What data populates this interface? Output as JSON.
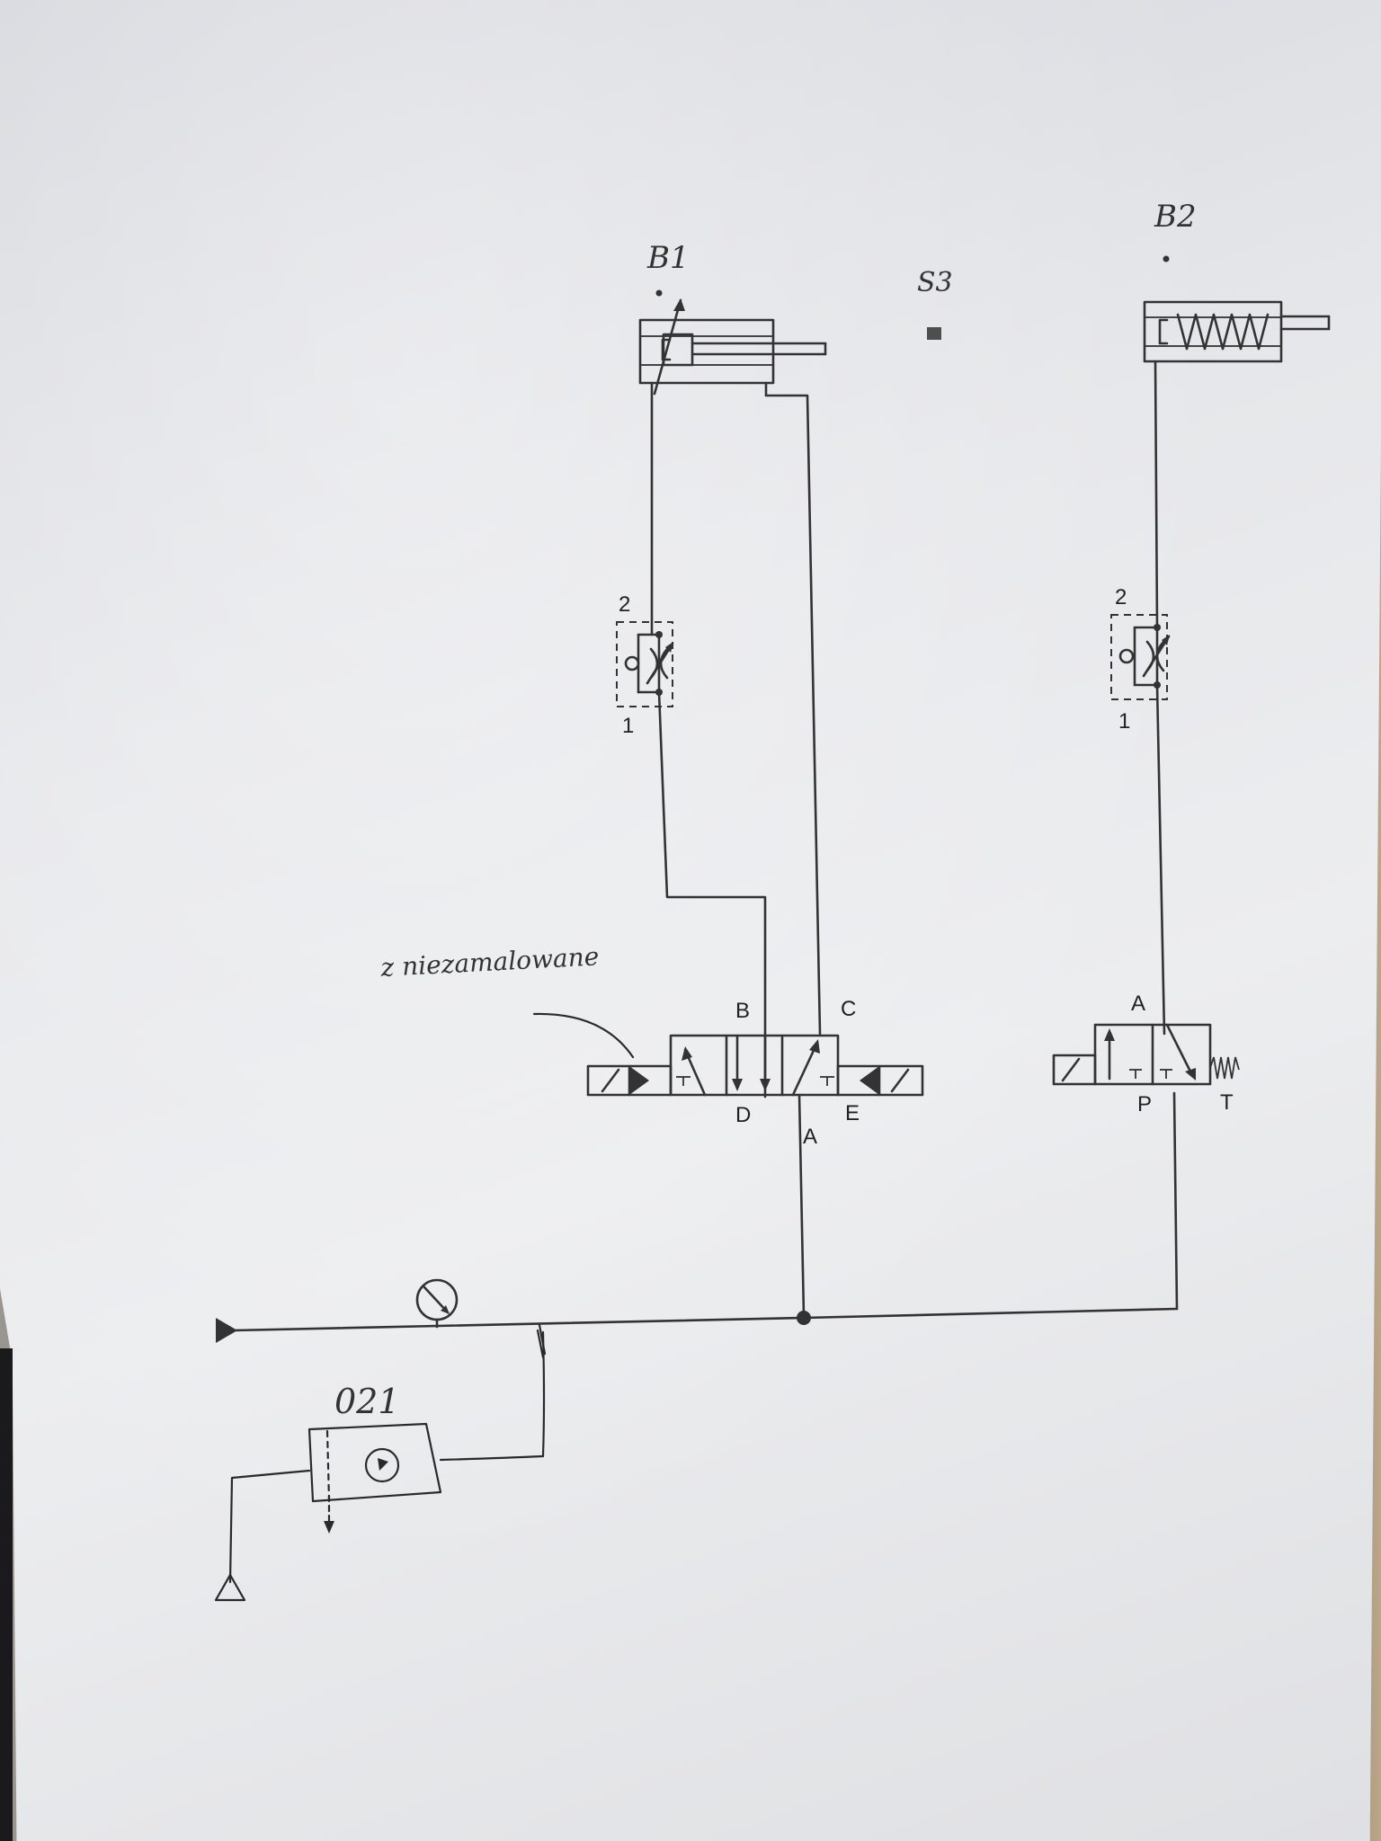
{
  "labels": {
    "cylinder_b1": "B1",
    "cylinder_b2": "B2",
    "sensor_s3": "S3",
    "valve1_port_b": "B",
    "valve1_port_c": "C",
    "valve1_port_d": "D",
    "valve1_port_e": "E",
    "valve1_port_a": "A",
    "valve2_port_a": "A",
    "valve2_port_p": "P",
    "valve2_port_t": "T",
    "flow1_port_top": "2",
    "flow1_port_bottom": "1",
    "flow2_port_top": "2",
    "flow2_port_bottom": "1",
    "service_unit": "021"
  },
  "handwritten_note": "z niezamalowane",
  "colors": {
    "ink": "#333333",
    "pen": "#2a2a2a",
    "paper": "#e6e7ea"
  }
}
